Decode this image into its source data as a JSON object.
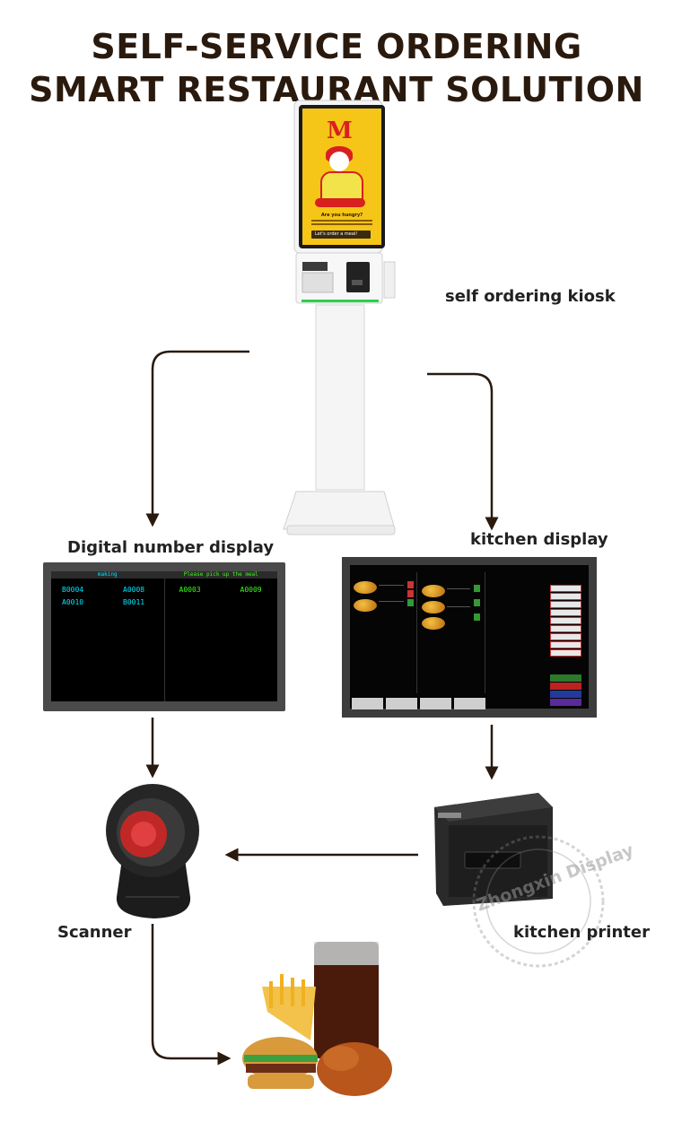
{
  "title": {
    "line1": "SELF-SERVICE ORDERING",
    "line2": "SMART RESTAURANT SOLUTION"
  },
  "nodes": {
    "kiosk": "self ordering kiosk",
    "number_display": "Digital number display",
    "kitchen_display": "kitchen display",
    "scanner": "Scanner",
    "printer": "kitchen printer"
  },
  "number_display_screen": {
    "left_header": "making",
    "right_header": "Please pick up the meal",
    "left_numbers": [
      "B0004",
      "A0008",
      "A0010",
      "B0011"
    ],
    "right_numbers": [
      "A0003",
      "A0009"
    ],
    "left_color": "#00e5ff",
    "right_color": "#39ff14"
  },
  "kiosk_screen": {
    "logo": "M",
    "prompt": "Are you hungry?",
    "button": "Let's order a meal!"
  },
  "watermark": "Zhongxin Display",
  "colors": {
    "title": "#2a1a0e",
    "arrow": "#2a1a0e",
    "kiosk_accent": "#f5c518"
  }
}
